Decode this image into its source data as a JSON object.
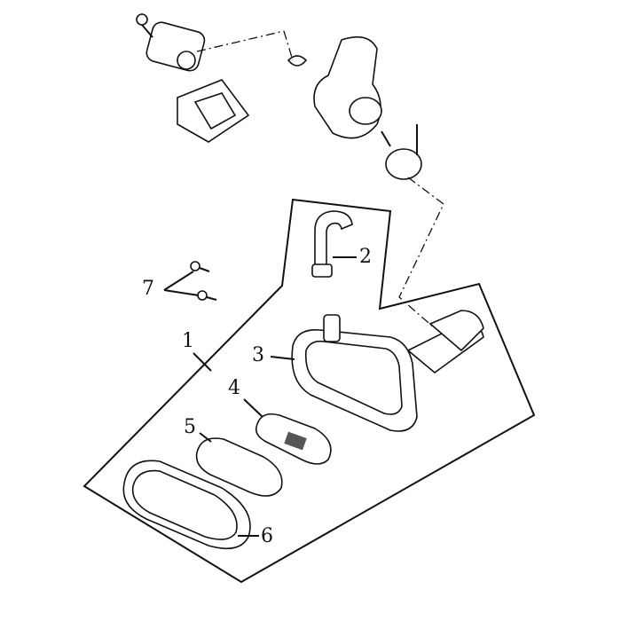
{
  "diagram": {
    "type": "exploded-parts-view",
    "callouts": [
      {
        "number": "1",
        "part": "air-cleaner-assembly"
      },
      {
        "number": "2",
        "part": "breather-tube"
      },
      {
        "number": "3",
        "part": "air-cleaner-case"
      },
      {
        "number": "4",
        "part": "filter-element"
      },
      {
        "number": "5",
        "part": "sponge-filter"
      },
      {
        "number": "6",
        "part": "air-cleaner-cover"
      },
      {
        "number": "7",
        "part": "screws"
      }
    ]
  }
}
